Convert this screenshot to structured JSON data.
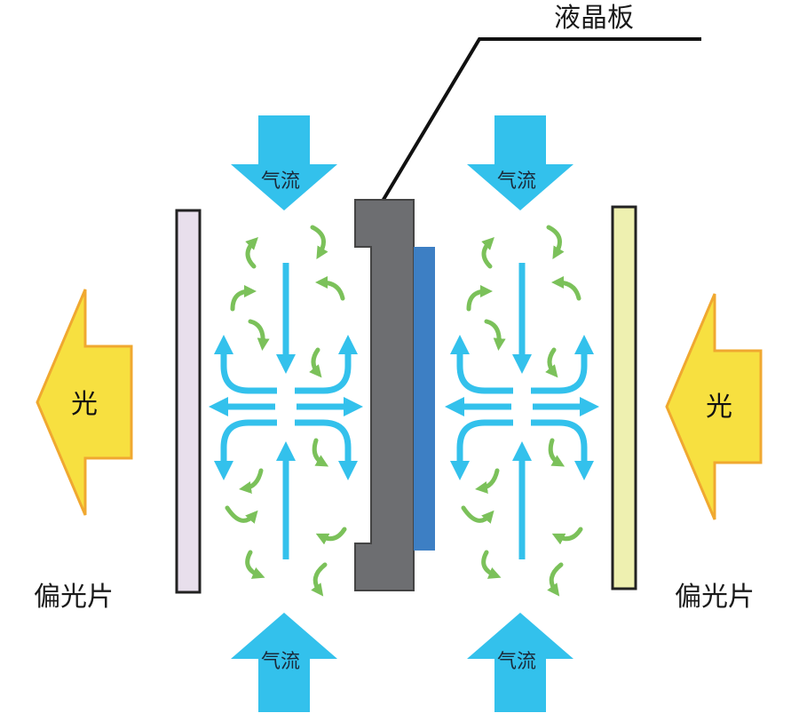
{
  "labels": {
    "lcd_panel": "液晶板",
    "airflow": "气流",
    "light": "光",
    "polarizer": "偏光片"
  },
  "colors": {
    "airflow_blue": "#33c1ec",
    "eddy_green": "#7bc15a",
    "light_fill": "#f7e040",
    "light_stroke": "#f0a830",
    "panel_gray": "#6d6e71",
    "panel_blue": "#3d7fc4",
    "polarizer_left": "#e8dfec",
    "polarizer_right": "#eef0b0"
  }
}
